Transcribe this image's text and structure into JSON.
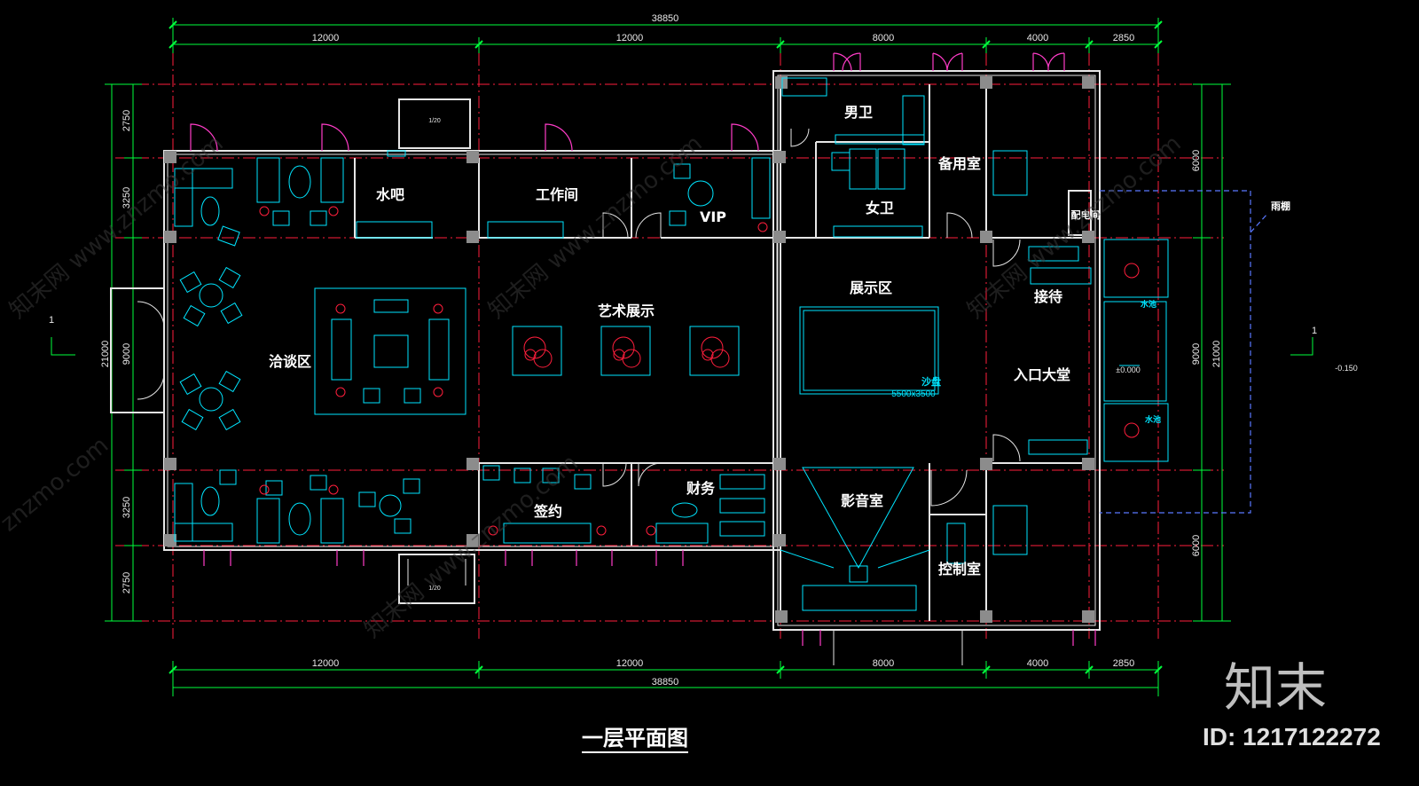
{
  "dimensions": {
    "total": "38850",
    "segments": [
      "12000",
      "12000",
      "8000",
      "4000",
      "2850"
    ],
    "left": [
      "2750",
      "3250",
      "9000",
      "3250",
      "2750"
    ],
    "left_total": "21000",
    "right": [
      "6000",
      "9000",
      "6000"
    ],
    "right_total": "21000"
  },
  "rooms": {
    "negotiation": "洽谈区",
    "water_bar": "水吧",
    "workroom": "工作间",
    "vip": "VIP",
    "mens_wc": "男卫",
    "womens_wc": "女卫",
    "spare_room": "备用室",
    "power_room": "配电间",
    "reception": "接待",
    "art_display": "艺术展示",
    "exhibit": "展示区",
    "lobby": "入口大堂",
    "signing": "签约",
    "finance": "财务",
    "cinema": "影音室",
    "control_room": "控制室"
  },
  "labels": {
    "sand_table": "沙盘",
    "sand_table_size": "5500x3500",
    "canopy": "雨棚",
    "water_feature_1": "水池",
    "water_feature_2": "水池",
    "elevation_0": "±0.000",
    "elevation_neg": "-0.150",
    "section_mark_left": "1",
    "section_mark_right": "1",
    "door_scale_top": "1/20",
    "door_scale_bottom": "1/20"
  },
  "title": "一层平面图",
  "brand": "知末",
  "id_text": "ID: 1217122272",
  "watermarks": [
    "知末网 www.znzmo.com",
    "知末网 www.znzmo.com",
    "知末网 www.znzmo.com",
    "znzmo.com",
    "知末网 www.znzmo.com"
  ],
  "colors": {
    "axis": "#ff1e3c",
    "wall": "#e6e6e6",
    "dimension": "#00ff3c",
    "furniture": "#00e5ff",
    "door": "#ff3cc8",
    "column": "#8c8c8c",
    "canopy": "#5a78ff"
  }
}
